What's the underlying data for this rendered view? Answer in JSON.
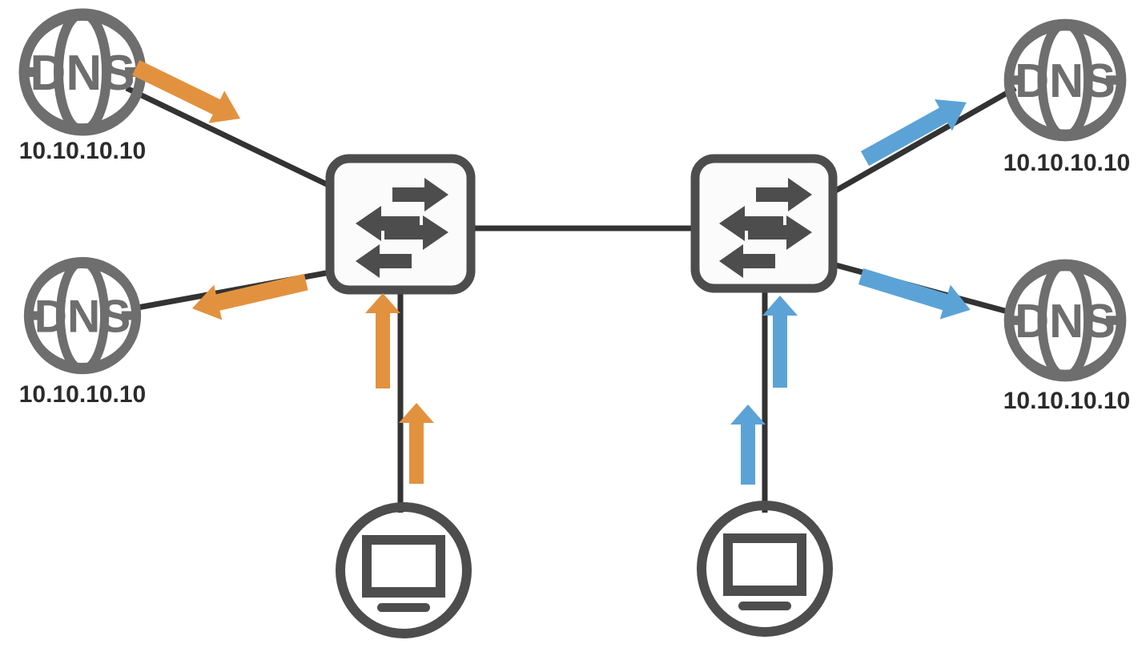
{
  "diagram": {
    "title": "DNS query/response flow between two sites",
    "background_color": "#ffffff",
    "palette": {
      "line": "#333333",
      "device_outline": "#4d4d4d",
      "globe_gray": "#6e6e6e",
      "label_text": "#2b2b2b",
      "orange_arrow": "#e2923f",
      "blue_arrow": "#5ba3d6"
    },
    "nodes": {
      "dns_top_left": {
        "icon": "dns-globe-icon",
        "icon_label": "DNS",
        "ip_label": "10.10.10.10"
      },
      "dns_bottom_left": {
        "icon": "dns-globe-icon",
        "icon_label": "DNS",
        "ip_label": "10.10.10.10"
      },
      "dns_top_right": {
        "icon": "dns-globe-icon",
        "icon_label": "DNS",
        "ip_label": "10.10.10.10"
      },
      "dns_bottom_right": {
        "icon": "dns-globe-icon",
        "icon_label": "DNS",
        "ip_label": "10.10.10.10"
      },
      "switch_left": {
        "icon": "network-switch-icon",
        "label": ""
      },
      "switch_right": {
        "icon": "network-switch-icon",
        "label": ""
      },
      "client_left": {
        "icon": "desktop-computer-icon",
        "label": ""
      },
      "client_right": {
        "icon": "desktop-computer-icon",
        "label": ""
      }
    },
    "flows": [
      {
        "name": "left-client-to-switch-lower",
        "color": "#e2923f",
        "direction": "up"
      },
      {
        "name": "left-client-to-switch-upper",
        "color": "#e2923f",
        "direction": "up"
      },
      {
        "name": "left-switch-to-dns-top",
        "color": "#e2923f",
        "direction": "up-left"
      },
      {
        "name": "left-switch-to-dns-bottom",
        "color": "#e2923f",
        "direction": "down-left"
      },
      {
        "name": "right-client-to-switch-lower",
        "color": "#5ba3d6",
        "direction": "up"
      },
      {
        "name": "right-client-to-switch-upper",
        "color": "#5ba3d6",
        "direction": "up"
      },
      {
        "name": "right-switch-to-dns-top",
        "color": "#5ba3d6",
        "direction": "up-right"
      },
      {
        "name": "right-switch-to-dns-bottom",
        "color": "#5ba3d6",
        "direction": "down-right"
      }
    ],
    "links": [
      "dns_top_left-to-switch_left",
      "dns_bottom_left-to-switch_left",
      "switch_left-to-switch_right",
      "switch_left-to-client_left",
      "dns_top_right-to-switch_right",
      "dns_bottom_right-to-switch_right",
      "switch_right-to-client_right"
    ]
  }
}
